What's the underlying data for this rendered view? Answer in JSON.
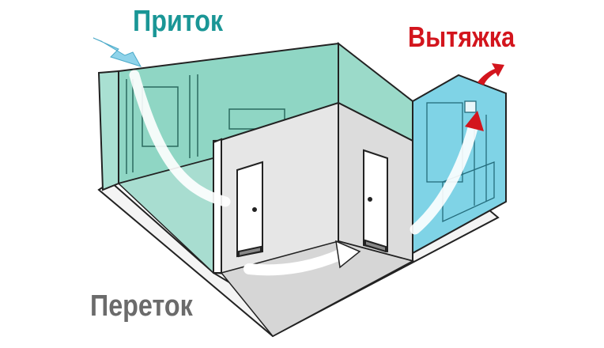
{
  "labels": {
    "supply": "Приток",
    "exhaust": "Вытяжка",
    "transfer": "Переток"
  },
  "colors": {
    "supply": "#1a9696",
    "exhaust": "#d3151d",
    "transfer": "#6b6b6b",
    "bedroom": "#8fd6c4",
    "bathroom": "#7fd3e6",
    "hallway": "#e8e8e8",
    "arrow_supply": "#8fd3ea"
  }
}
